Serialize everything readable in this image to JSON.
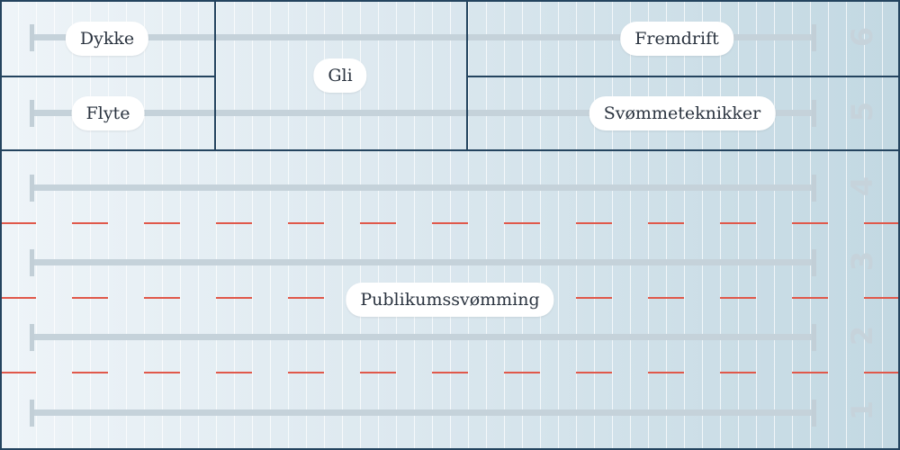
{
  "diagram": {
    "zones": {
      "dykke": "Dykke",
      "flyte": "Flyte",
      "gli": "Gli",
      "fremdrift": "Fremdrift",
      "svommeteknikker": "Svømmeteknikker",
      "publikumssvomming": "Publikumssvømming"
    },
    "lane_numbers": [
      "6",
      "5",
      "4",
      "3",
      "2",
      "1"
    ]
  },
  "colors": {
    "zone_border": "#24445f",
    "lane_rope": "#e0584a",
    "water_light": "#eef4f8",
    "water_dark": "#c2d8e2"
  }
}
